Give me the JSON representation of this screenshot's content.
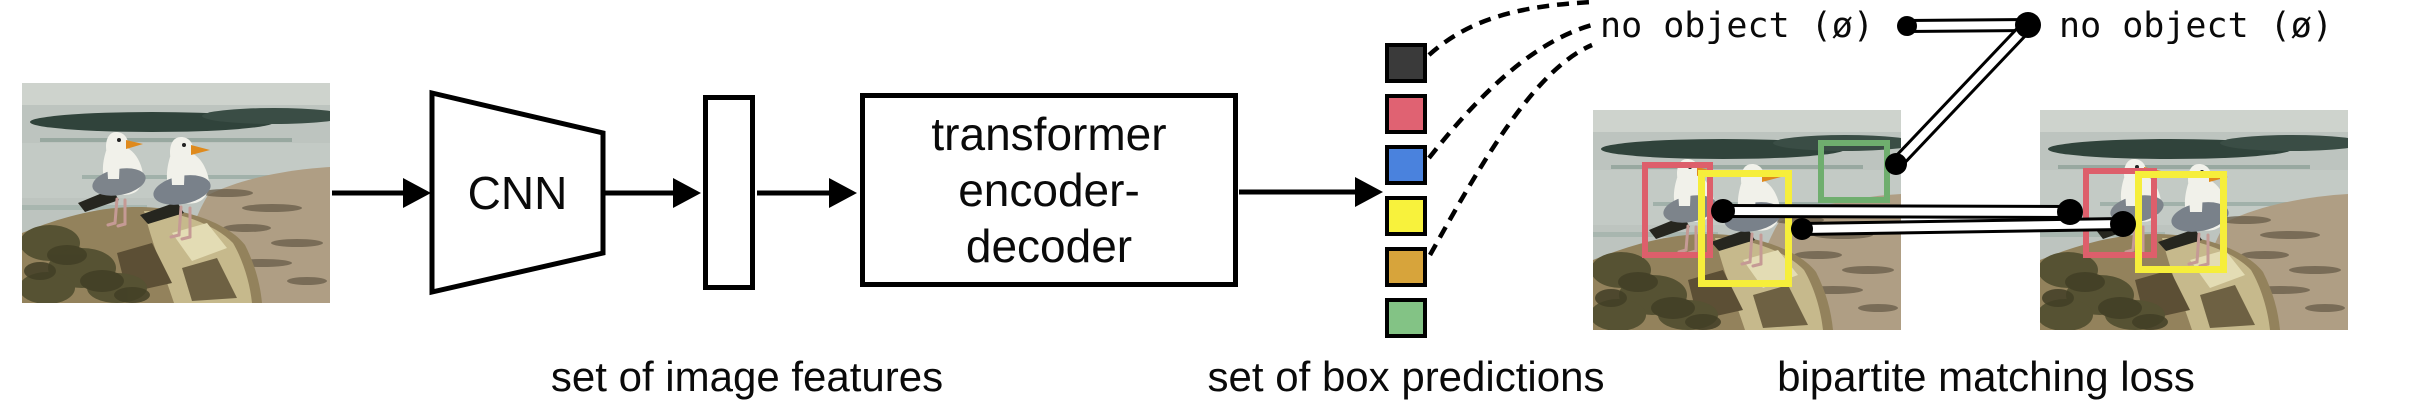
{
  "figure_name": "detr-pipeline",
  "cnn": {
    "label": "CNN"
  },
  "transformer": {
    "line1": "transformer",
    "line2": "encoder-",
    "line3": "decoder"
  },
  "captions": {
    "image_features": "set of image features",
    "box_predictions": "set of box predictions",
    "matching_loss": "bipartite matching loss"
  },
  "no_object": {
    "left": "no object (ø)",
    "right": "no object (ø)"
  },
  "prediction_squares": [
    {
      "name": "dark",
      "color": "#3a3a3a"
    },
    {
      "name": "red",
      "color": "#e06272"
    },
    {
      "name": "blue",
      "color": "#4a82dd"
    },
    {
      "name": "yellow",
      "color": "#f8f23c"
    },
    {
      "name": "gold",
      "color": "#d7a43b"
    },
    {
      "name": "green",
      "color": "#83c385"
    }
  ],
  "colors": {
    "box_red": "#dd5f6b",
    "box_yellow": "#f6ee3b",
    "box_green": "#6fae6e",
    "wire": "#000000"
  }
}
